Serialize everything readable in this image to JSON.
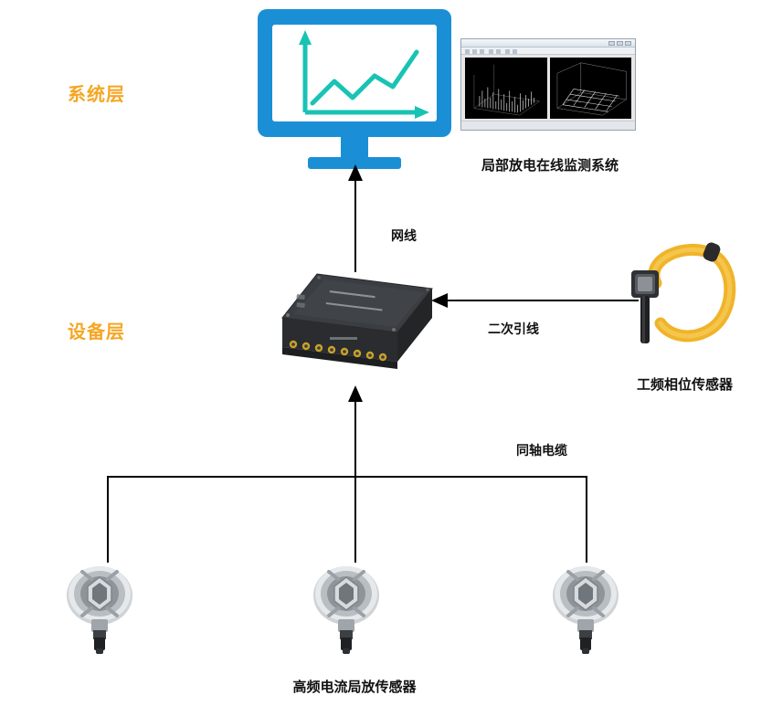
{
  "layers": [
    {
      "id": "system-layer",
      "label": "系统层"
    },
    {
      "id": "device-layer",
      "label": "设备层"
    }
  ],
  "captions": {
    "software": "局部放电在线监测系统",
    "phase_sensor": "工频相位传感器",
    "hfct_sensor": "高频电流局放传感器"
  },
  "edges": [
    {
      "id": "network-cable",
      "label": "网线"
    },
    {
      "id": "secondary-lead",
      "label": "二次引线"
    },
    {
      "id": "coaxial-cable",
      "label": "同轴电缆"
    }
  ],
  "colors": {
    "layer_label": "#f5a623",
    "monitor": "#1b8fd6",
    "chart_line": "#18c3b5",
    "cable": "#f2b233",
    "line": "#000000"
  },
  "icons": {
    "monitor": "monitor-icon",
    "chart": "line-chart-icon",
    "software_window": "software-window-icon",
    "device": "acquisition-device-icon",
    "phase_sensor": "phase-sensor-icon",
    "hfct": "hfct-sensor-icon",
    "arrow": "arrow-icon"
  }
}
